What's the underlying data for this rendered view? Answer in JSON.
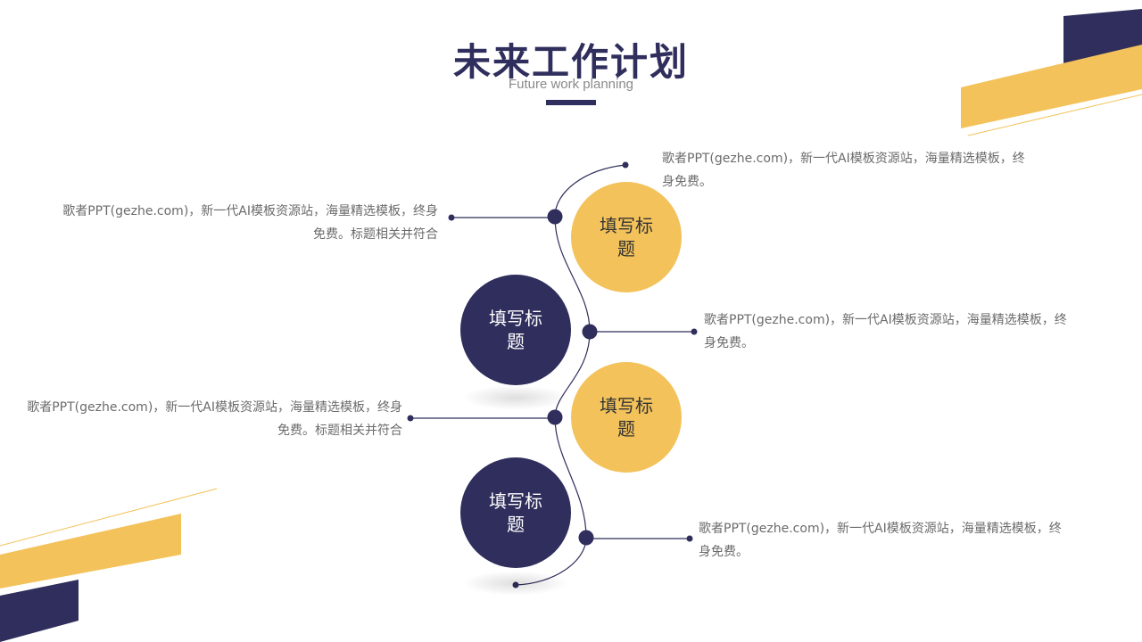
{
  "header": {
    "title": "未来工作计划",
    "subtitle": "Future work planning"
  },
  "colors": {
    "navy": "#2f2e5c",
    "yellow": "#f3c25a",
    "text_gray": "#6b6b6b"
  },
  "items": [
    {
      "circle_label": "填写标题",
      "circle_color": "yellow",
      "text_left": "歌者PPT(gezhe.com)，新一代AI模板资源站，海量精选模板，终身免费。标题相关并符合",
      "text_right": "歌者PPT(gezhe.com)，新一代AI模板资源站，海量精选模板，终身免费。"
    },
    {
      "circle_label": "填写标题",
      "circle_color": "navy",
      "text_right": "歌者PPT(gezhe.com)，新一代AI模板资源站，海量精选模板，终身免费。"
    },
    {
      "circle_label": "填写标题",
      "circle_color": "yellow",
      "text_left": "歌者PPT(gezhe.com)，新一代AI模板资源站，海量精选模板，终身免费。标题相关并符合"
    },
    {
      "circle_label": "填写标题",
      "circle_color": "navy",
      "text_right": "歌者PPT(gezhe.com)，新一代AI模板资源站，海量精选模板，终身免费。"
    }
  ]
}
